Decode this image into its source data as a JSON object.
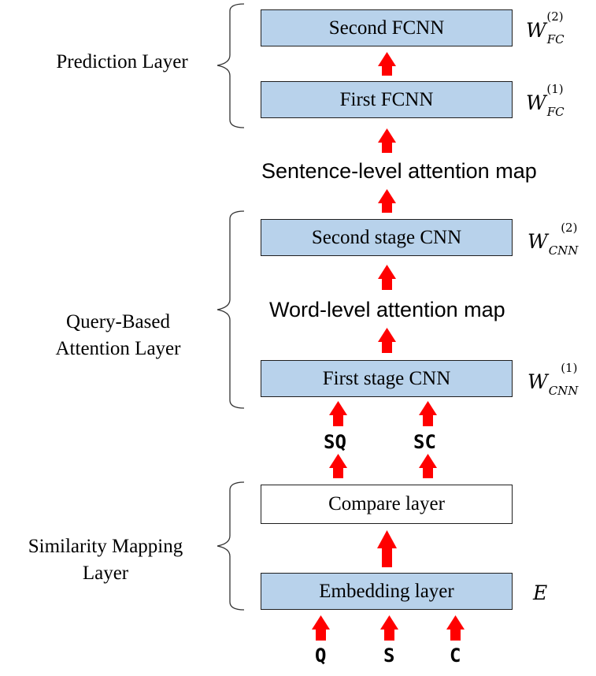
{
  "prediction_layer": {
    "label": "Prediction Layer",
    "second_fcnn": {
      "label": "Second FCNN",
      "weight_base": "W",
      "weight_sub": "FC",
      "weight_sup": "(2)"
    },
    "first_fcnn": {
      "label": "First FCNN",
      "weight_base": "W",
      "weight_sub": "FC",
      "weight_sup": "(1)"
    }
  },
  "sentence_map_label": "Sentence-level attention map",
  "attention_layer": {
    "label_line1": "Query-Based",
    "label_line2": "Attention Layer",
    "second_cnn": {
      "label": "Second stage CNN",
      "weight_base": "W",
      "weight_sub": "CNN",
      "weight_sup": "(2)"
    },
    "first_cnn": {
      "label": "First stage CNN",
      "weight_base": "W",
      "weight_sub": "CNN",
      "weight_sup": "(1)"
    }
  },
  "word_map_label": "Word-level attention map",
  "intermediate": {
    "sq": "SQ",
    "sc": "SC"
  },
  "similarity_layer": {
    "label_line1": "Similarity Mapping",
    "label_line2": "Layer",
    "compare": {
      "label": "Compare layer"
    },
    "embedding": {
      "label": "Embedding layer",
      "weight": "E"
    }
  },
  "inputs": {
    "q": "Q",
    "s": "S",
    "c": "C"
  },
  "colors": {
    "box_fill": "#b8d2eb",
    "arrow": "#ff0000",
    "border": "#1f1f1f"
  }
}
